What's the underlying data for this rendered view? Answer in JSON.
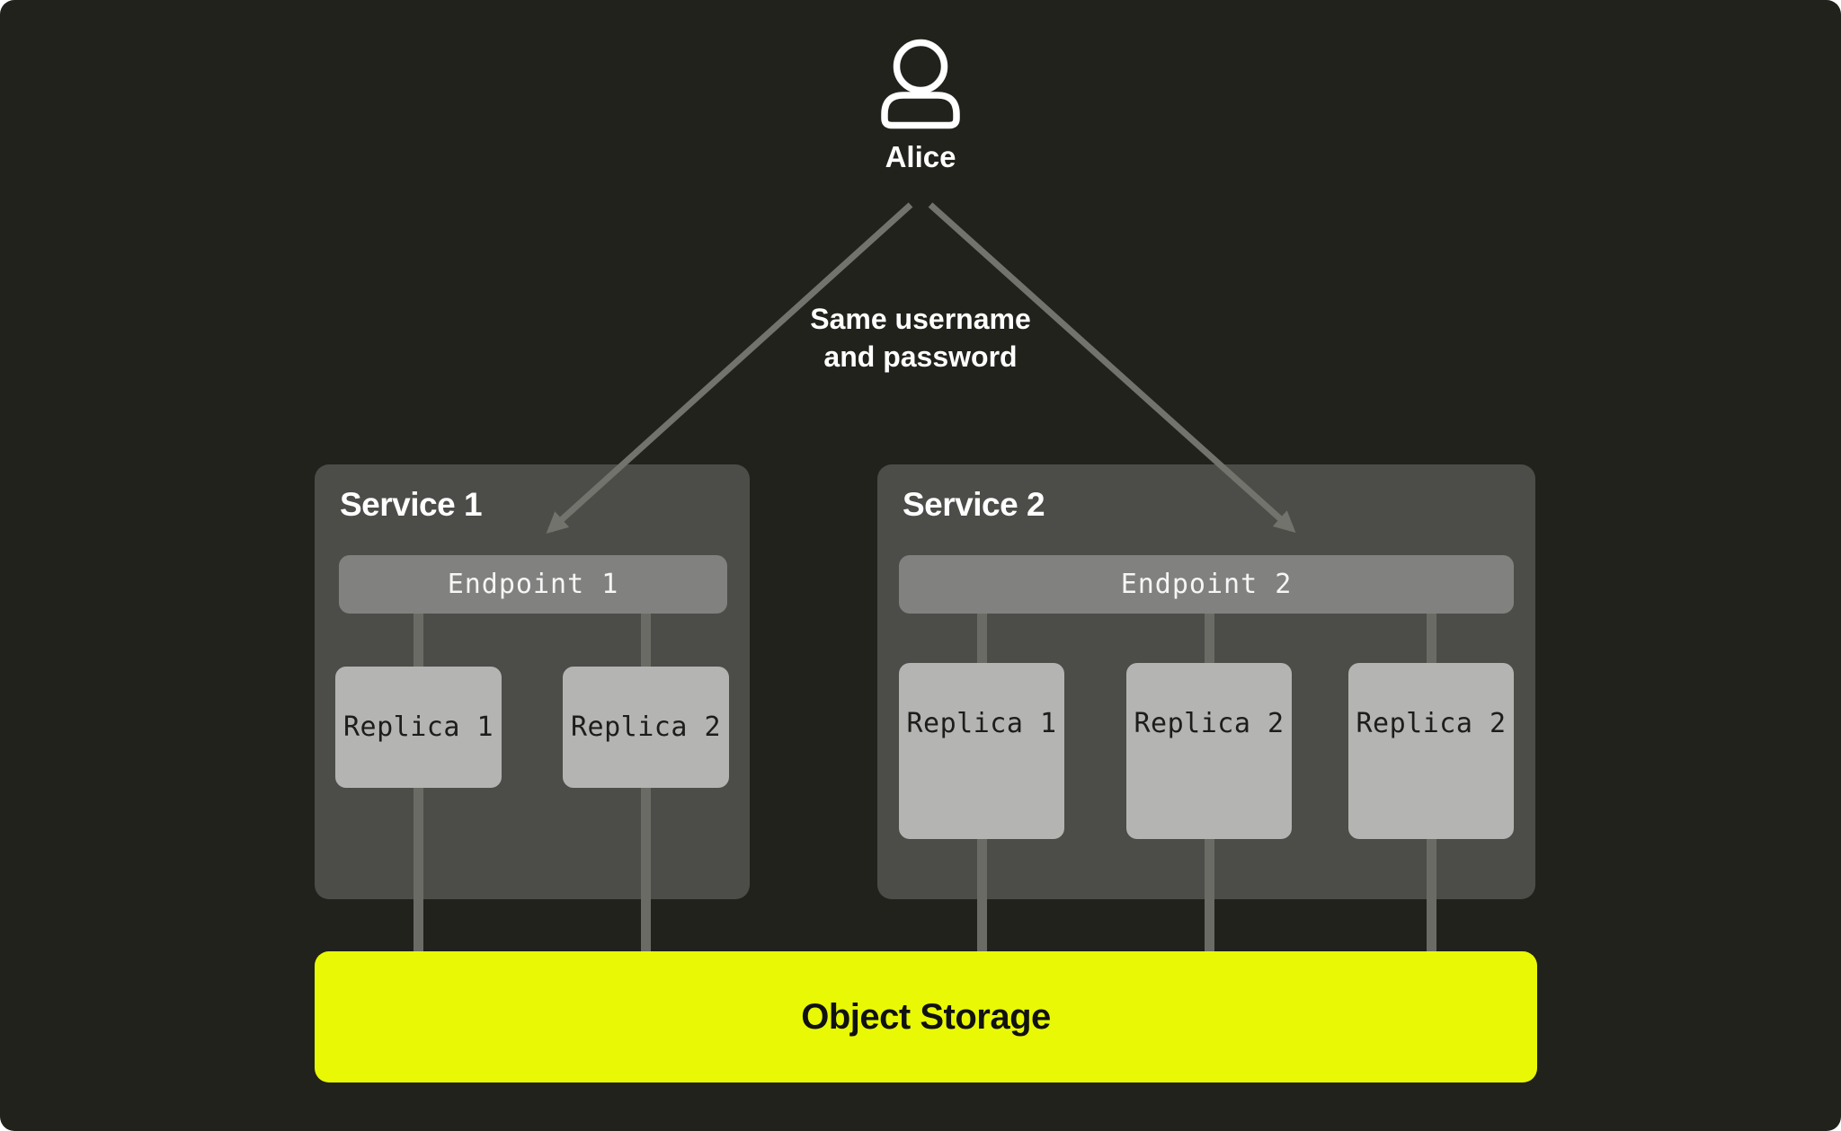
{
  "canvas": {
    "page_background": "#ffffff",
    "background": "#21221c"
  },
  "user": {
    "label": "Alice",
    "icon": "person-icon"
  },
  "credentials_note": {
    "line1": "Same username",
    "line2": "and password"
  },
  "services": [
    {
      "title": "Service 1",
      "endpoint_label": "Endpoint 1",
      "replicas": [
        "Replica 1",
        "Replica 2"
      ]
    },
    {
      "title": "Service 2",
      "endpoint_label": "Endpoint 2",
      "replicas": [
        "Replica 1",
        "Replica 2",
        "Replica 2"
      ]
    }
  ],
  "storage": {
    "label": "Object Storage"
  },
  "colors": {
    "service_box": "#4c4d49",
    "endpoint_bar": "#81817f",
    "replica_box": "#b4b4b2",
    "connector_line": "#6b6b66",
    "arrow": "#73736d",
    "storage_accent": "#e9f905",
    "text_light": "#ffffff",
    "text_dark": "#1d1d1b"
  }
}
